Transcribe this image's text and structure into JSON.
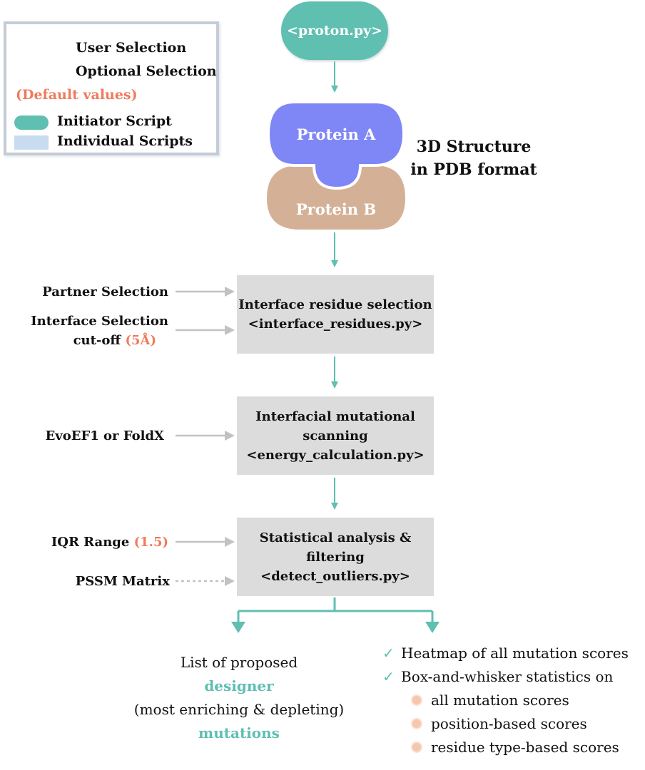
{
  "legend": {
    "user_selection": "User Selection",
    "optional_selection": "Optional Selection",
    "default_values": "(Default values)",
    "initiator_script": "Initiator Script",
    "individual_scripts": "Individual Scripts"
  },
  "initiator": {
    "label": "<proton.py>"
  },
  "structure": {
    "protein_a": "Protein A",
    "protein_b": "Protein B",
    "label_line1": "3D Structure",
    "label_line2": "in PDB format"
  },
  "steps": [
    {
      "lines": [
        "Interface residue selection",
        "<interface_residues.py>"
      ],
      "inputs": [
        {
          "text": "Partner Selection",
          "default": "",
          "optional": false
        },
        {
          "text": "Interface Selection",
          "text2": "cut-off",
          "default": "(5Å)",
          "optional": false
        }
      ]
    },
    {
      "lines": [
        "Interfacial mutational",
        "scanning",
        "<energy_calculation.py>"
      ],
      "inputs": [
        {
          "text": "EvoEF1 or FoldX",
          "default": "",
          "optional": false
        }
      ]
    },
    {
      "lines": [
        "Statistical analysis &",
        "filtering",
        "<detect_outliers.py>"
      ],
      "inputs": [
        {
          "text": "IQR Range",
          "default": "(1.5)",
          "optional": false
        },
        {
          "text": "PSSM Matrix",
          "default": "",
          "optional": true
        }
      ]
    }
  ],
  "outputs": {
    "left": {
      "line1": "List of proposed",
      "line2": "designer",
      "line3": "(most enriching & depleting)",
      "line4": "mutations"
    },
    "right": {
      "checks": [
        "Heatmap of all mutation scores",
        "Box-and-whisker statistics on"
      ],
      "bullets": [
        "all mutation scores",
        "position-based scores",
        "residue type-based scores"
      ]
    }
  },
  "colors": {
    "teal": "#5fbfb0",
    "protein_a": "#7f86f6",
    "protein_b": "#d4b196",
    "box_gray": "#dcdcdc",
    "default_orange": "#f07a5c",
    "script_blue": "#c9dcef",
    "arrow_gray": "#c2c2c2"
  }
}
